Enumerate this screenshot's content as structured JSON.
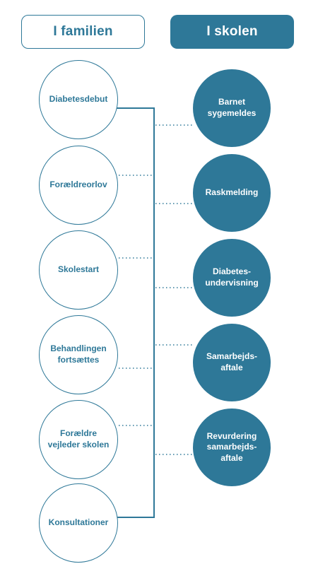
{
  "headers": {
    "family": "I familien",
    "school": "I skolen"
  },
  "family_events": [
    "Diabetesdebut",
    "Forældreorlov",
    "Skolestart",
    "Behandlingen\nfortsættes",
    "Forældre\nvejleder skolen",
    "Konsultationer"
  ],
  "school_events": [
    "Barnet\nsygemeldes",
    "Raskmelding",
    "Diabetes-\nundervisning",
    "Samarbejds-\naftale",
    "Revurdering\nsamarbejds-\naftale"
  ],
  "colors": {
    "accent": "#2e7898",
    "background": "#ffffff"
  }
}
